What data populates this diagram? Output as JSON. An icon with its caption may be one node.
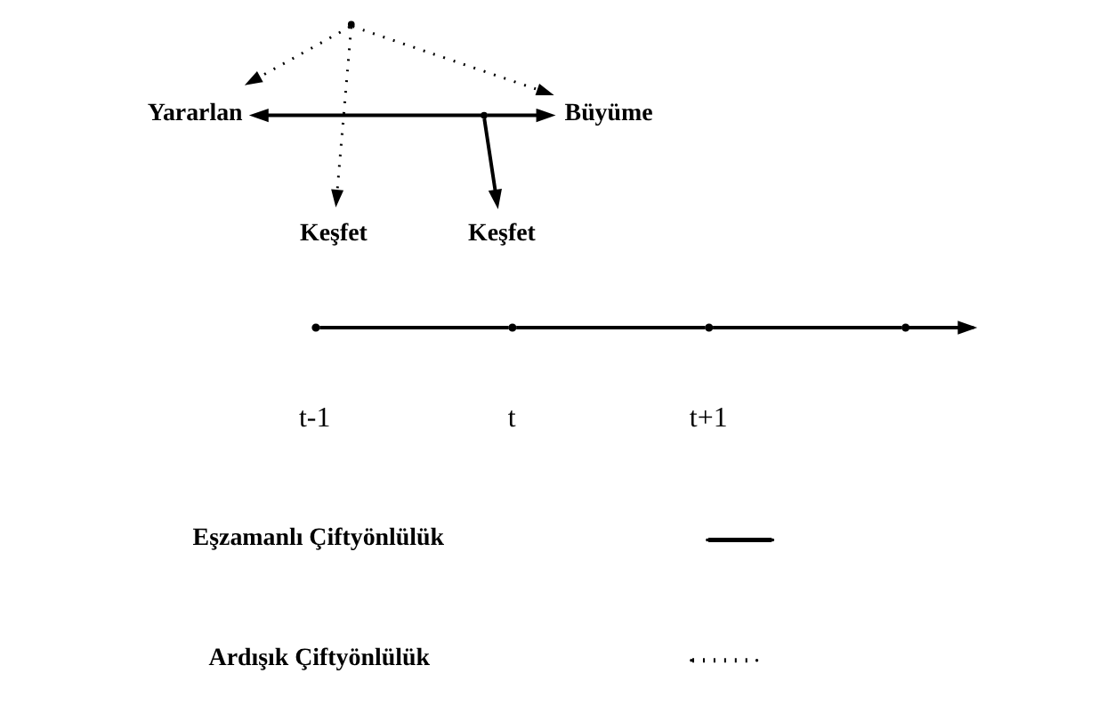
{
  "diagram": {
    "nodes": [
      {
        "text": [
          "Yararlan"
        ]
      },
      {
        "text": [
          "Büyüme"
        ]
      },
      {
        "text": [
          "Keşfet"
        ]
      },
      {
        "text": [
          "Keşfet"
        ]
      },
      {
        "text": [],
        "shape": "point"
      },
      {
        "text": [],
        "shape": "point"
      }
    ],
    "edges": [
      {
        "from": 4,
        "to": 2,
        "arrow": "to",
        "style": "dashed"
      },
      {
        "from": 4,
        "to": 0,
        "arrow": "to",
        "style": "dashed"
      },
      {
        "from": 4,
        "to": 1,
        "arrow": "to",
        "style": "dashed"
      },
      {
        "from": 5,
        "to": 0,
        "arrow": "to"
      },
      {
        "from": 5,
        "to": 3,
        "arrow": "to"
      },
      {
        "from": 5,
        "to": 1,
        "arrow": "to"
      }
    ],
    "labels": [
      "t-1",
      "t",
      "t+1"
    ],
    "legend": [
      {
        "text": "Eşzamanlı Çiftyönlülük"
      },
      {
        "text": "Ardışık Çiftyönlülük"
      }
    ]
  }
}
